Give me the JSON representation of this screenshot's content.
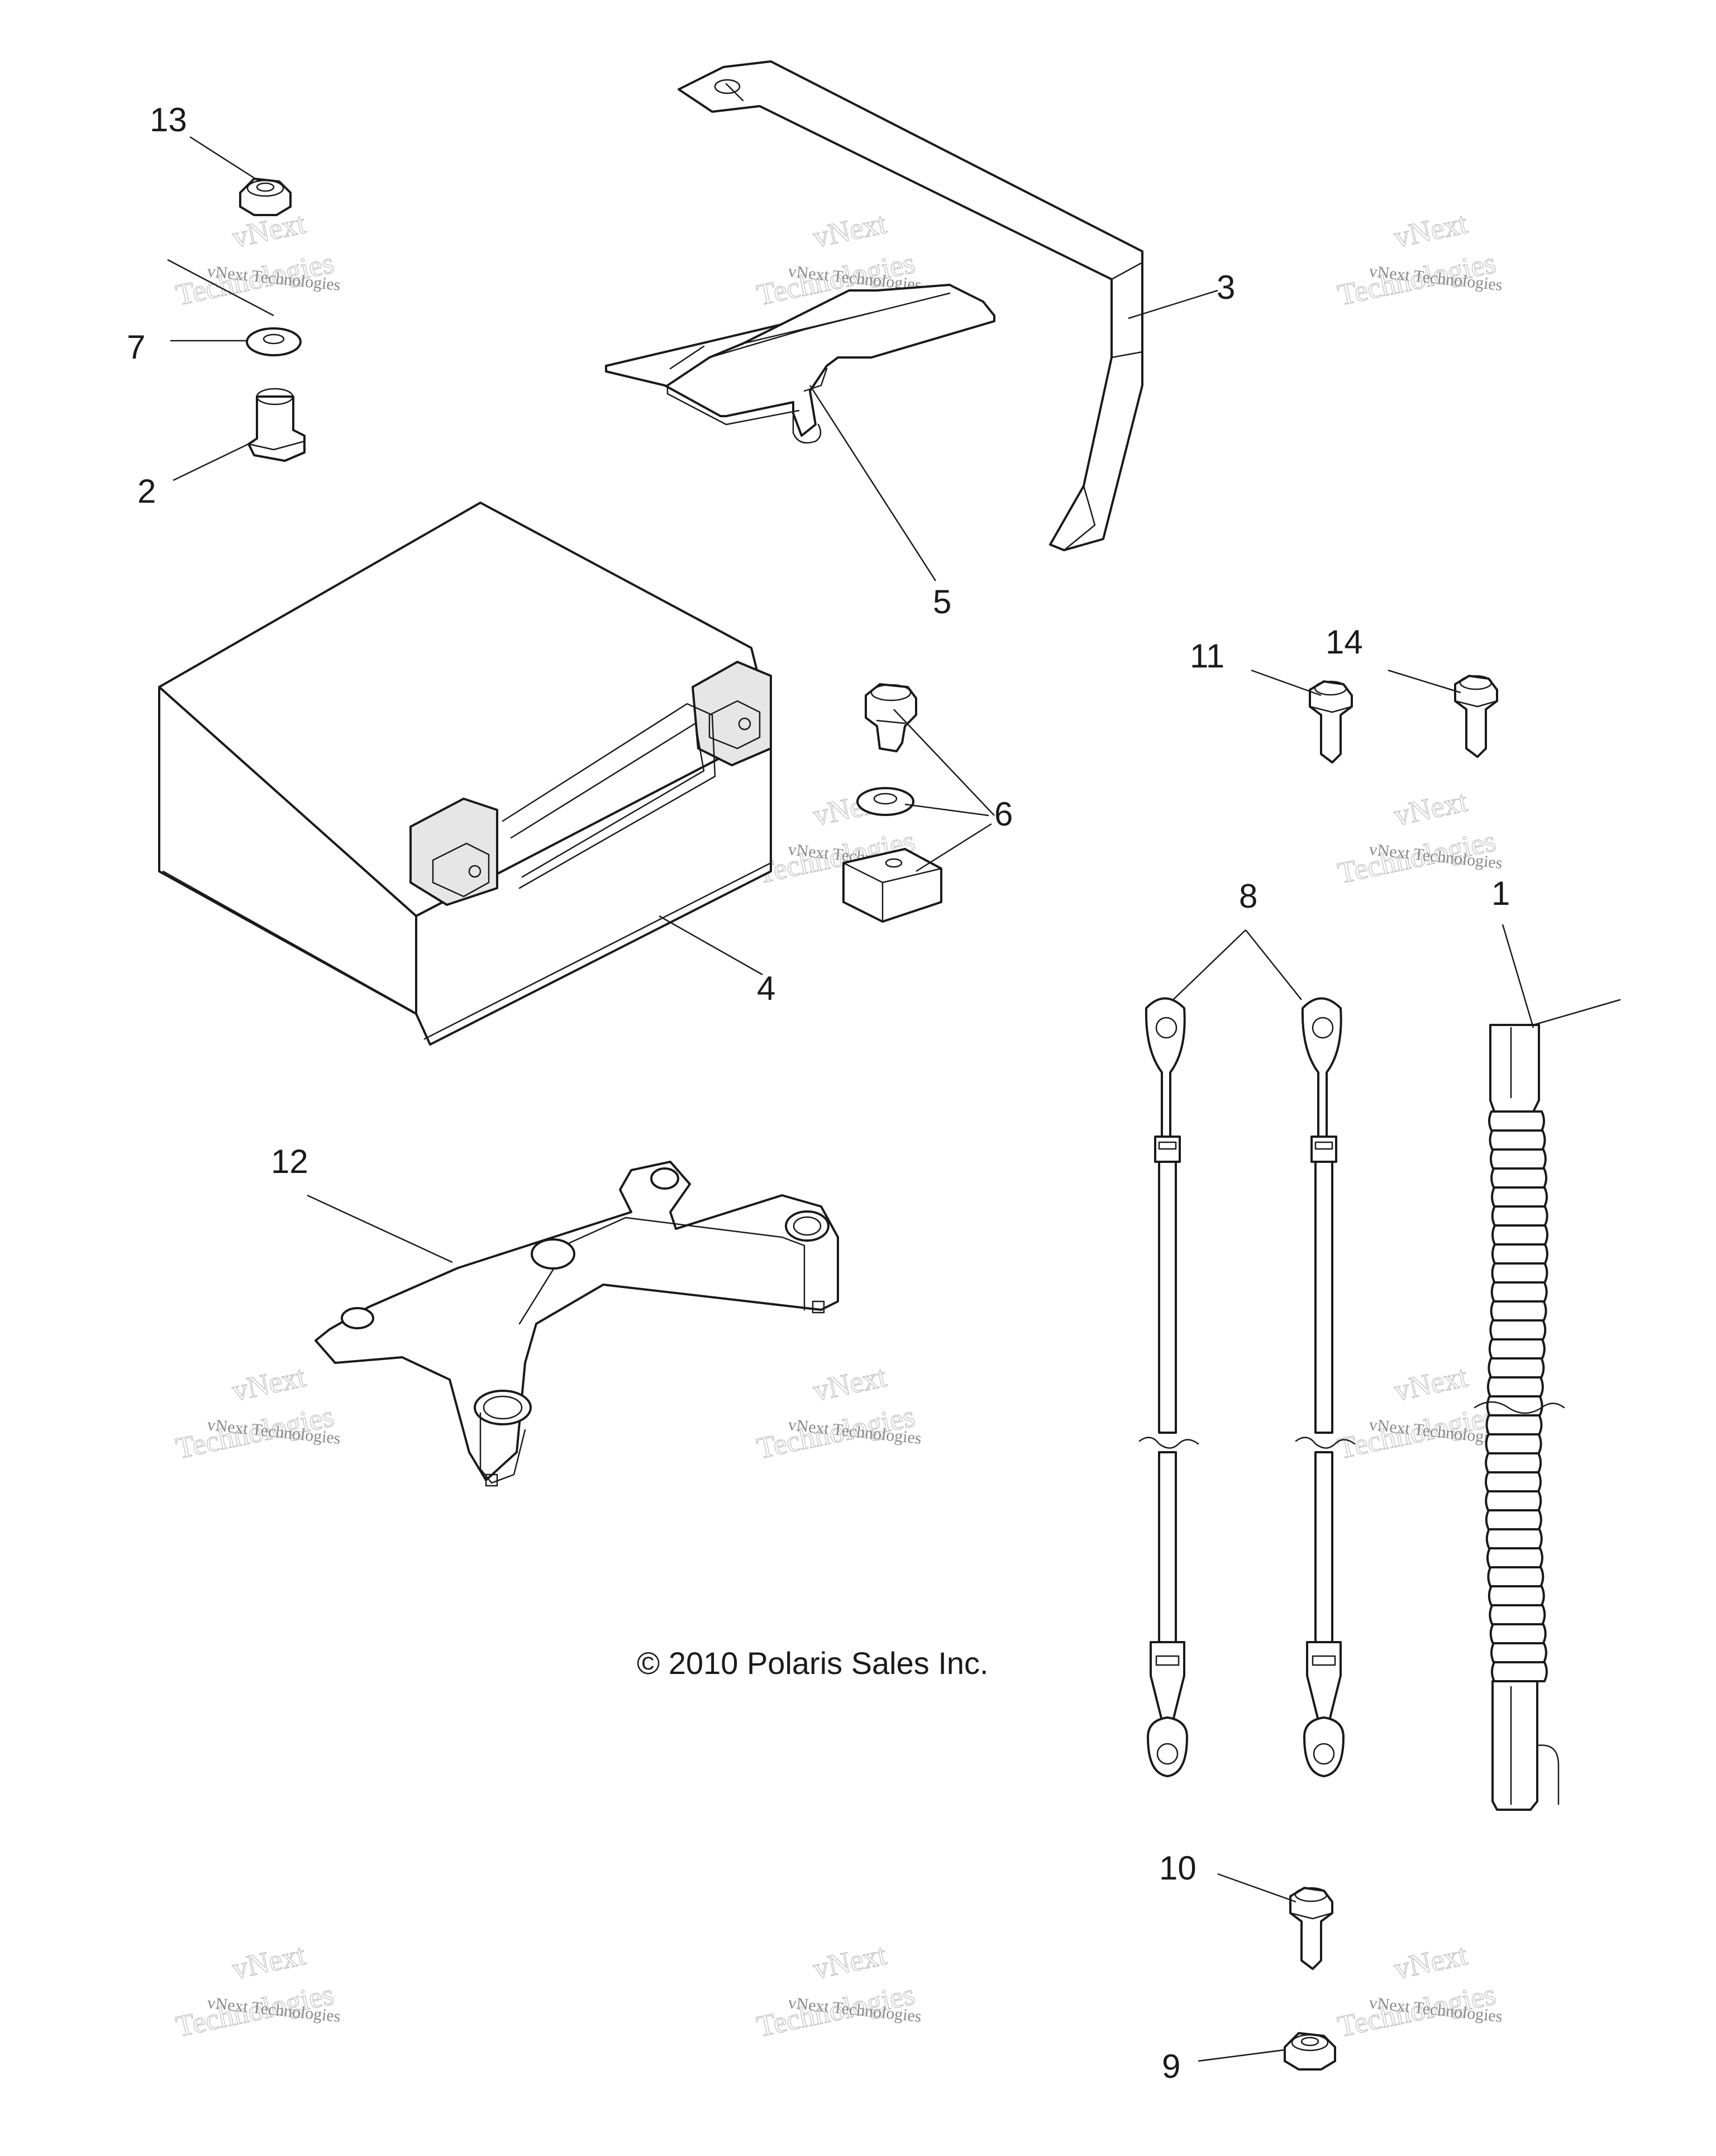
{
  "diagram": {
    "callouts": {
      "c1": "1",
      "c2": "2",
      "c3": "3",
      "c4": "4",
      "c5": "5",
      "c6": "6",
      "c7": "7",
      "c8": "8",
      "c9": "9",
      "c10": "10",
      "c11": "11",
      "c12": "12",
      "c13": "13",
      "c14": "14"
    },
    "copyright": "© 2010 Polaris Sales Inc.",
    "watermark": {
      "small": "vNext Technologies",
      "big_top": "vNext",
      "big_bottom": "Technologies"
    }
  }
}
